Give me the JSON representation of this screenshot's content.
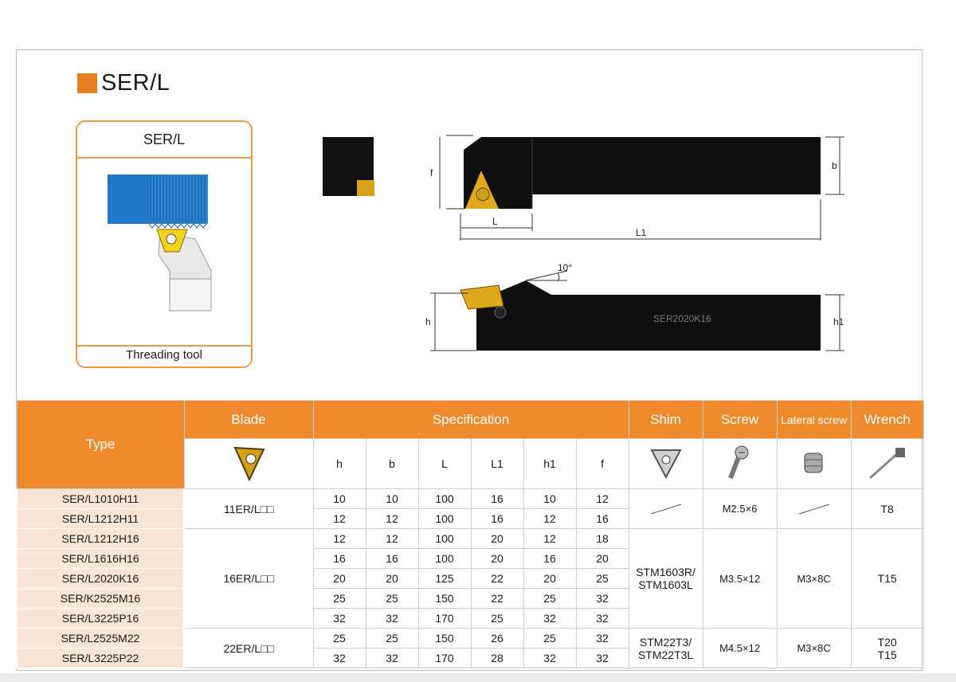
{
  "heading": {
    "text": "SER/L",
    "accent": "#e57f1f"
  },
  "card": {
    "title": "SER/L",
    "caption": "Threading tool",
    "border_color": "#ee9a45"
  },
  "drawing": {
    "labels": {
      "f": "f",
      "b": "b",
      "L": "L",
      "L1": "L1",
      "h": "h",
      "h1": "h1",
      "angle": "10°",
      "marking": "SER2020K16"
    }
  },
  "table": {
    "header": {
      "type": "Type",
      "blade": "Blade",
      "specification": "Specification",
      "shim": "Shim",
      "screw": "Screw",
      "lateral_screw": "Lateral screw",
      "wrench": "Wrench"
    },
    "spec_columns": [
      "h",
      "b",
      "L",
      "L1",
      "h1",
      "f"
    ],
    "rows": [
      {
        "type": "SER/L1010H11",
        "h": "10",
        "b": "10",
        "L": "100",
        "L1": "16",
        "h1": "10",
        "f": "12"
      },
      {
        "type": "SER/L1212H11",
        "h": "12",
        "b": "12",
        "L": "100",
        "L1": "16",
        "h1": "12",
        "f": "16"
      },
      {
        "type": "SER/L1212H16",
        "h": "12",
        "b": "12",
        "L": "100",
        "L1": "20",
        "h1": "12",
        "f": "18"
      },
      {
        "type": "SER/L1616H16",
        "h": "16",
        "b": "16",
        "L": "100",
        "L1": "20",
        "h1": "16",
        "f": "20"
      },
      {
        "type": "SER/L2020K16",
        "h": "20",
        "b": "20",
        "L": "125",
        "L1": "22",
        "h1": "20",
        "f": "25"
      },
      {
        "type": "SER/K2525M16",
        "h": "25",
        "b": "25",
        "L": "150",
        "L1": "22",
        "h1": "25",
        "f": "32"
      },
      {
        "type": "SER/L3225P16",
        "h": "32",
        "b": "32",
        "L": "170",
        "L1": "25",
        "h1": "32",
        "f": "32"
      },
      {
        "type": "SER/L2525M22",
        "h": "25",
        "b": "25",
        "L": "150",
        "L1": "26",
        "h1": "25",
        "f": "32"
      },
      {
        "type": "SER/L3225P22",
        "h": "32",
        "b": "32",
        "L": "170",
        "L1": "28",
        "h1": "32",
        "f": "32"
      }
    ],
    "groups": [
      {
        "blade": "11ER/L□□",
        "shim": "",
        "screw": "M2.5×6",
        "lateral": "",
        "wrench": "T8"
      },
      {
        "blade": "16ER/L□□",
        "shim_line1": "STM1603R/",
        "shim_line2": "STM1603L",
        "screw": "M3.5×12",
        "lateral": "M3×8C",
        "wrench": "T15"
      },
      {
        "blade": "22ER/L□□",
        "shim_line1": "STM22T3/",
        "shim_line2": "STM22T3L",
        "screw": "M4.5×12",
        "lateral": "M3×8C",
        "wrench_line1": "T20",
        "wrench_line2": "T15"
      }
    ],
    "header_color": "#ee8a2c",
    "type_cell_color": "#fae4d3"
  }
}
